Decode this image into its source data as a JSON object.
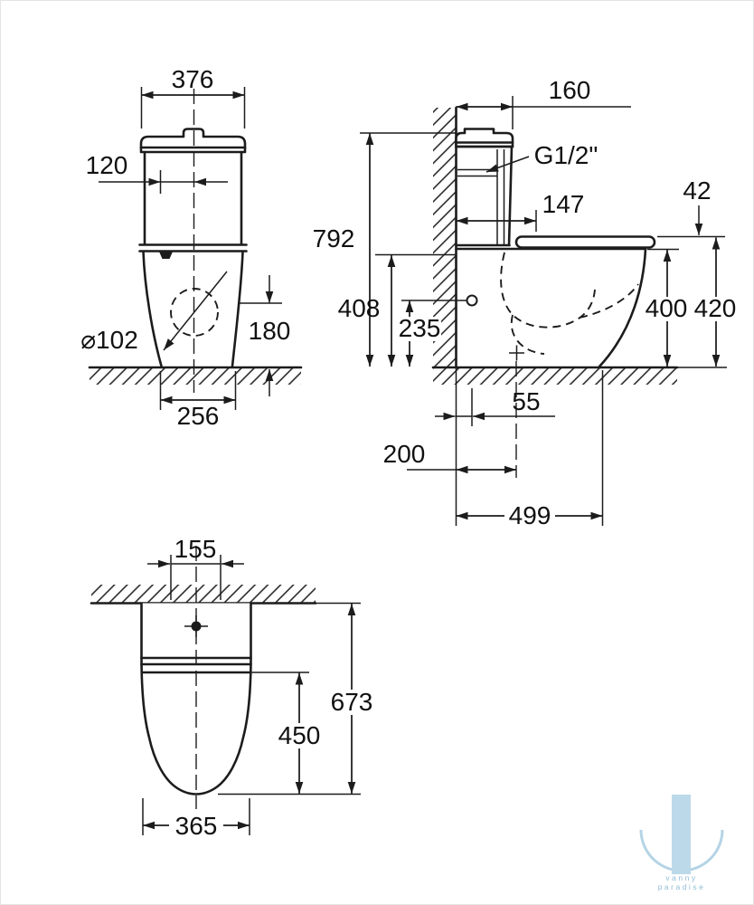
{
  "front": {
    "tank_width": "376",
    "centerline_offset": "120",
    "outlet_diameter": "⌀102",
    "outlet_height": "180",
    "base_depth": "256"
  },
  "side": {
    "tank_depth": "160",
    "thread": "G1/2\"",
    "connection_depth": "147",
    "seat_thickness": "42",
    "total_height": "792",
    "rim_height": "408",
    "inlet_height": "235",
    "bowl_height": "400",
    "seat_height": "420",
    "inlet_offset": "55",
    "outlet_offset": "200",
    "total_depth": "499"
  },
  "plan": {
    "hole_spacing": "155",
    "total_length": "673",
    "bowl_length": "450",
    "bowl_width": "365"
  },
  "watermark": {
    "line1": "vanny",
    "line2": "paradise"
  },
  "colors": {
    "line": "#1c1c1c",
    "watermark": "#b5d4e6"
  }
}
